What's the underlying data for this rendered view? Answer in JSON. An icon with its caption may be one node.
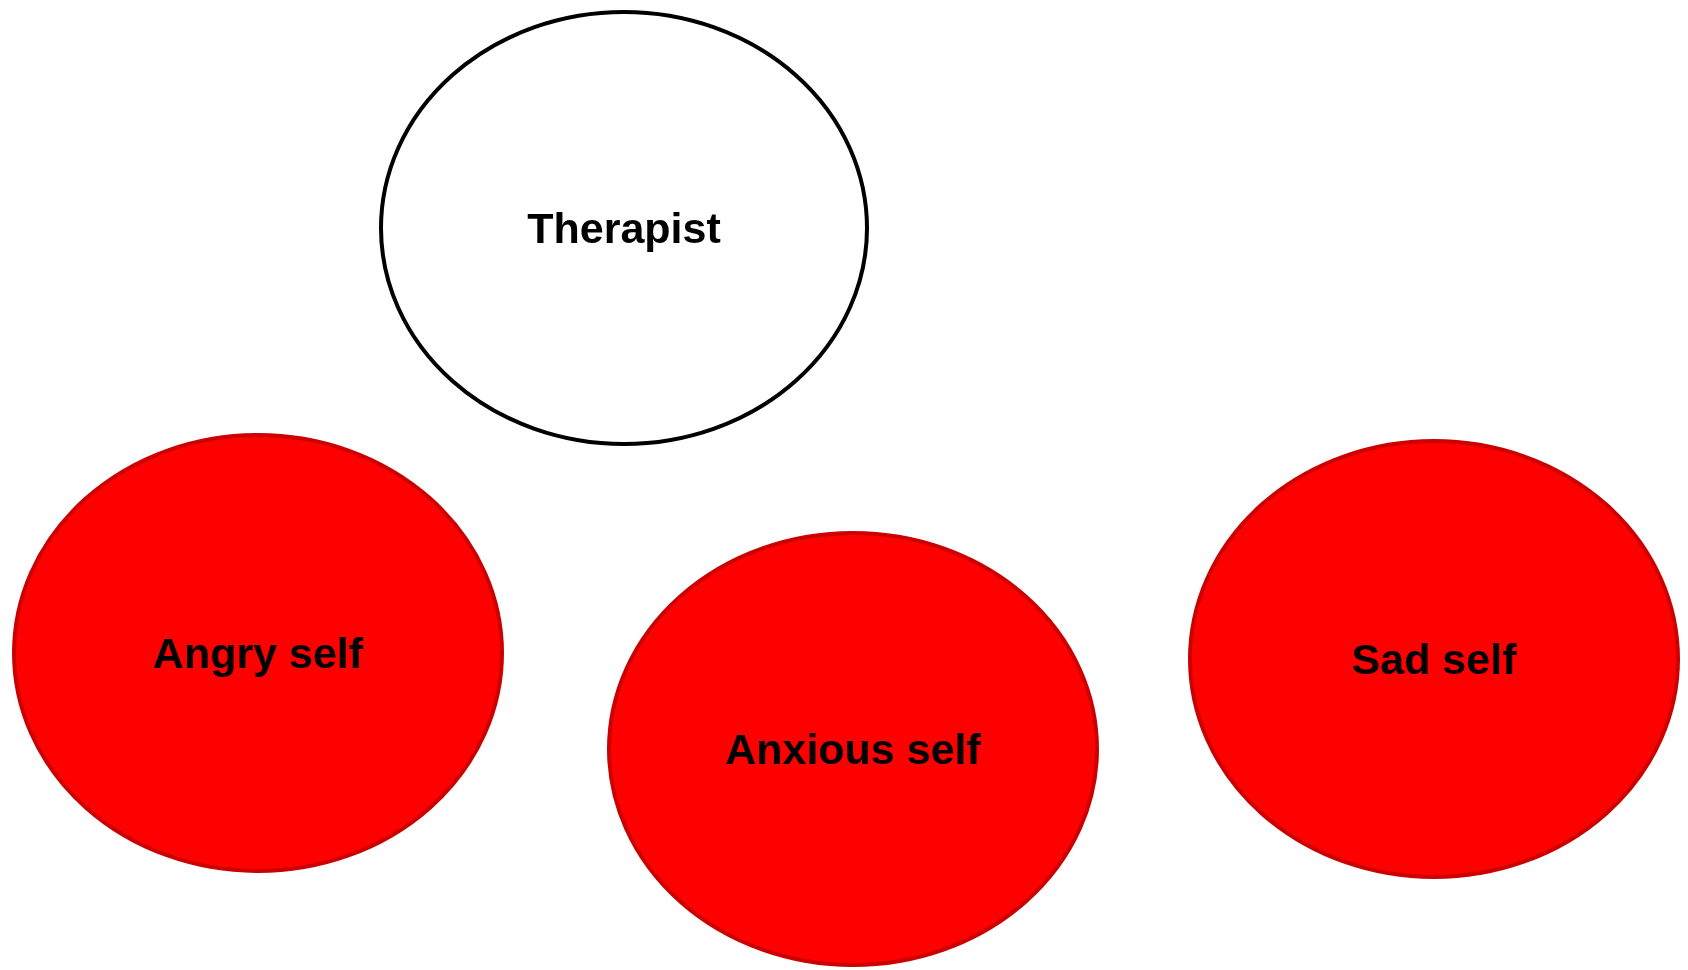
{
  "diagram": {
    "nodes": [
      {
        "text": [
          "Therapist"
        ]
      },
      {
        "text": [
          "Angry self"
        ]
      },
      {
        "text": [
          "Anxious self"
        ]
      },
      {
        "text": [
          "Sad self"
        ]
      }
    ]
  }
}
